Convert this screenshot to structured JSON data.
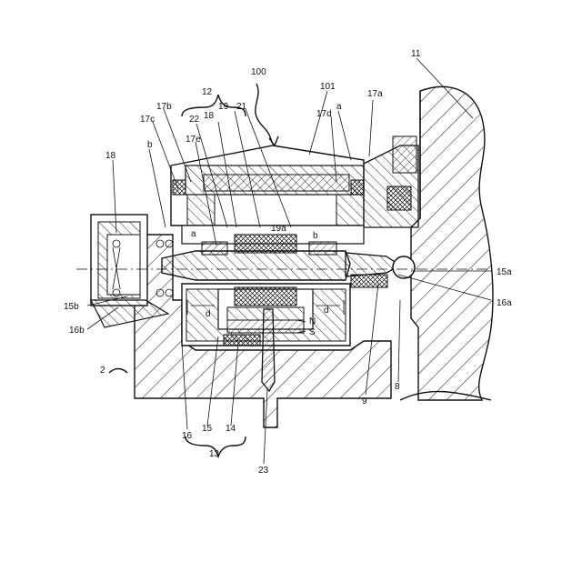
{
  "labels": {
    "l100": "100",
    "l11": "11",
    "l12": "12",
    "l101": "101",
    "l17a": "17a",
    "l22": "22",
    "l18top": "18",
    "l19": "19",
    "l21": "21",
    "l17d": "17d",
    "la_top": "a",
    "l17b": "17b",
    "l17c": "17c",
    "l17e": "17e",
    "lb_left": "b",
    "l18left": "18",
    "l19a": "19a",
    "la_mid": "a",
    "lb_mid": "b",
    "l15a": "15a",
    "l16a": "16a",
    "l15b": "15b",
    "l16b": "16b",
    "ld_left": "d",
    "ld_right": "d",
    "lN": "N",
    "lS": "S",
    "l2": "2",
    "l8": "8",
    "l9": "9",
    "l16": "16",
    "l15": "15",
    "l14": "14",
    "l13": "13",
    "l23": "23"
  }
}
